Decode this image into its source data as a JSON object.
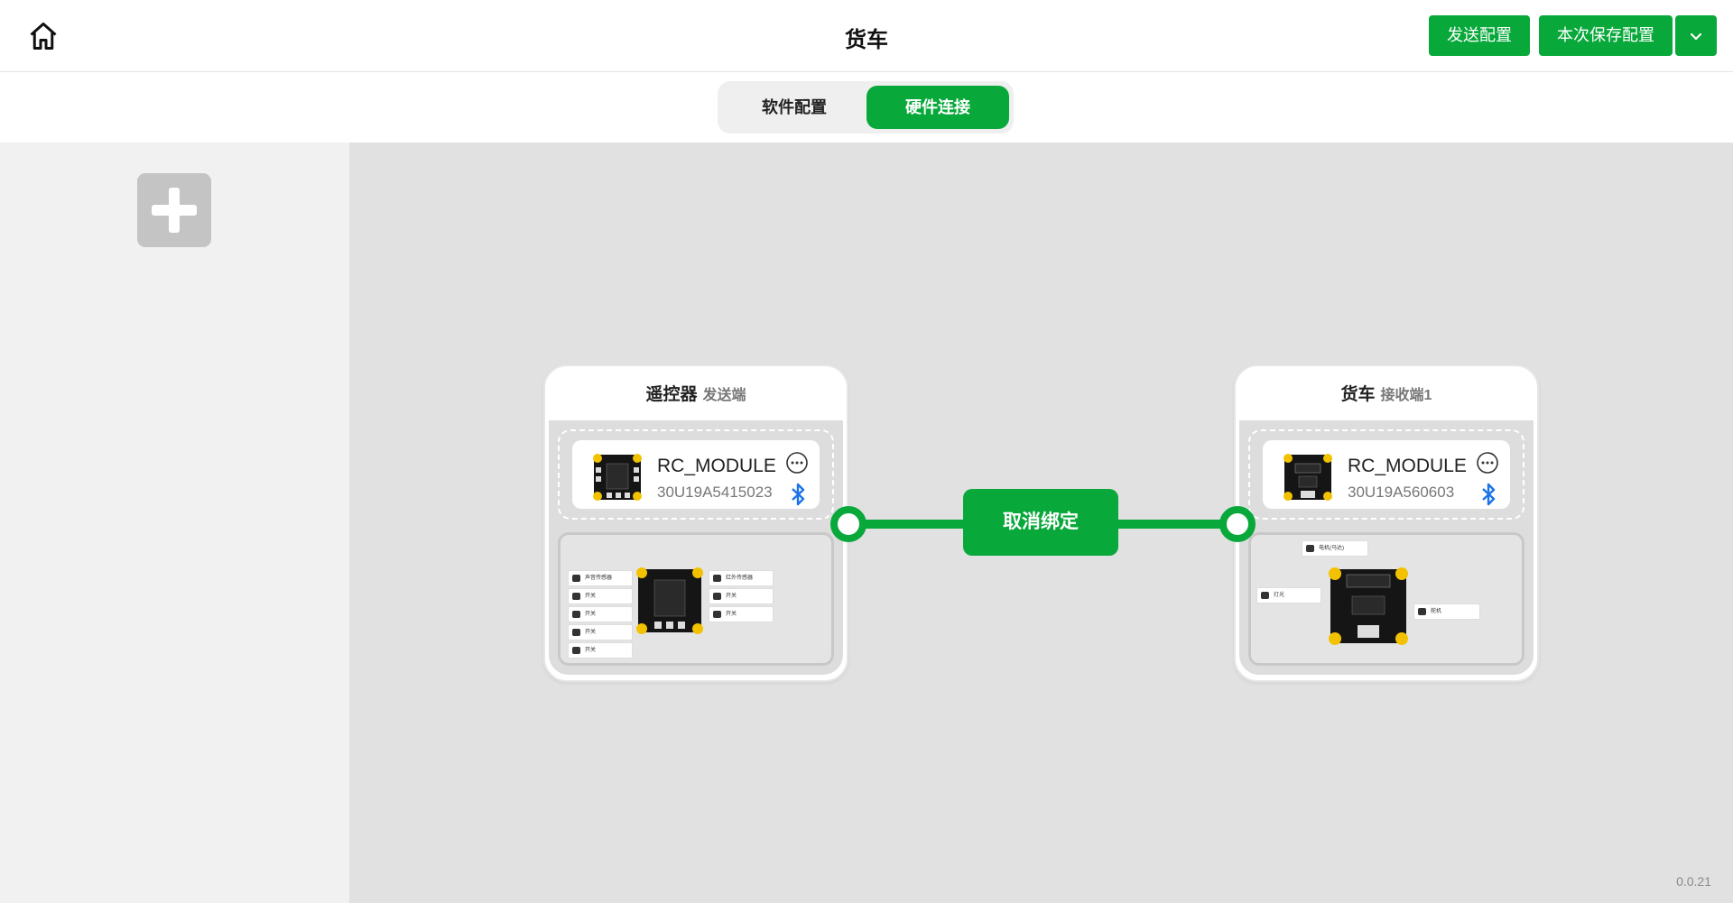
{
  "header": {
    "title": "货车",
    "send_label": "发送配置",
    "save_label": "本次保存配置"
  },
  "tabs": [
    {
      "label": "软件配置",
      "active": false
    },
    {
      "label": "硬件连接",
      "active": true
    }
  ],
  "sender": {
    "title": "遥控器",
    "role": "发送端",
    "module_name": "RC_MODULE",
    "module_id": "30U19A5415023",
    "wiring_labels": [
      "声音传感器",
      "开关",
      "开关",
      "开关",
      "红外传感器",
      "开关",
      "开关",
      "开关"
    ]
  },
  "receiver": {
    "title": "货车",
    "role": "接收端1",
    "module_name": "RC_MODULE",
    "module_id": "30U19A560603",
    "wiring_labels": [
      "电机(马达)",
      "灯光",
      "舵机"
    ]
  },
  "connection": {
    "unbind_label": "取消绑定"
  },
  "version": "0.0.21",
  "colors": {
    "accent": "#08a83a",
    "canvas": "#e1e1e1",
    "sidebar": "#f1f1f1",
    "bluetooth": "#1a73e8"
  },
  "icons": [
    "home-icon",
    "plus-icon",
    "chevron-down-icon",
    "more-icon",
    "bluetooth-icon"
  ]
}
